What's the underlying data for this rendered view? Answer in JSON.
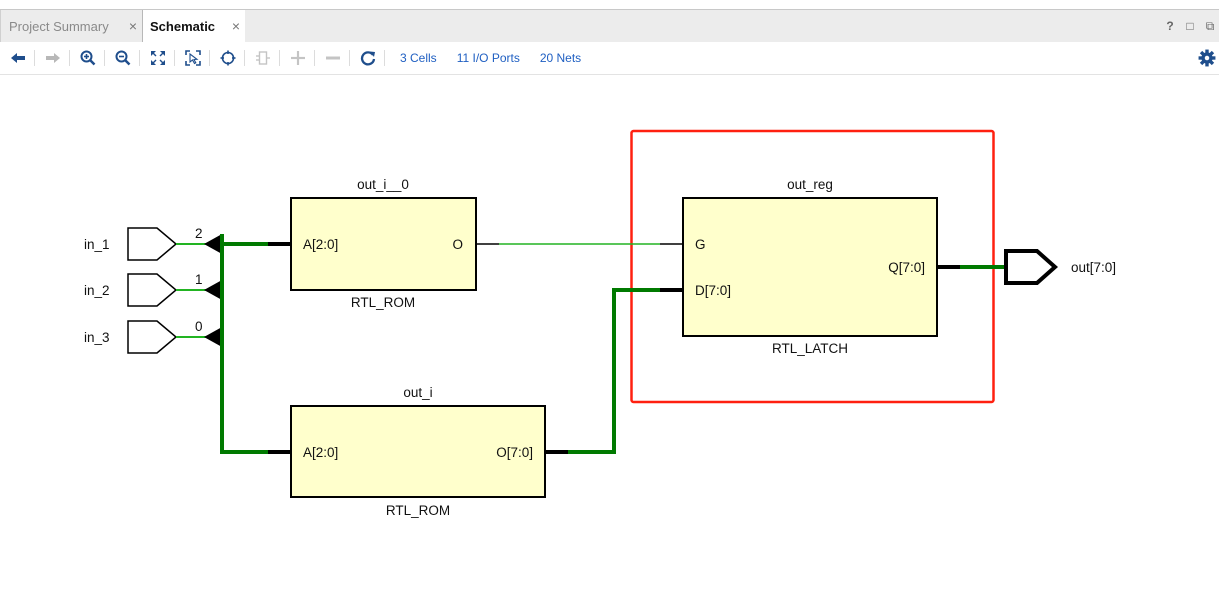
{
  "tabs": [
    {
      "label": "Project Summary",
      "active": false
    },
    {
      "label": "Schematic",
      "active": true
    }
  ],
  "tab_close_glyph": "×",
  "window_controls": {
    "help": "?",
    "restore": "□",
    "float": "⧉"
  },
  "toolbar": {
    "icons": [
      "back-arrow-icon",
      "forward-arrow-icon",
      "zoom-in-icon",
      "zoom-out-icon",
      "fit-view-icon",
      "zoom-area-icon",
      "crosshair-icon",
      "collapse-cell-icon",
      "expand-plus-icon",
      "collapse-minus-icon",
      "refresh-icon"
    ],
    "links": {
      "cells": "3 Cells",
      "io_ports": "11 I/O Ports",
      "nets": "20 Nets"
    }
  },
  "colors": {
    "cell_fill": "#ffffcc",
    "bus_green": "#007a00",
    "wire_green": "#22b422",
    "selection_red": "#ff2010",
    "link_blue": "#1f5fc2",
    "icon_blue": "#1f4e8c"
  },
  "schematic": {
    "inputs": [
      {
        "name": "in_1",
        "bit": "2"
      },
      {
        "name": "in_2",
        "bit": "1"
      },
      {
        "name": "in_3",
        "bit": "0"
      }
    ],
    "cells": {
      "rom0": {
        "instance": "out_i__0",
        "type": "RTL_ROM",
        "in_pin": "A[2:0]",
        "out_pin": "O"
      },
      "rom1": {
        "instance": "out_i",
        "type": "RTL_ROM",
        "in_pin": "A[2:0]",
        "out_pin": "O[7:0]"
      },
      "latch": {
        "instance": "out_reg",
        "type": "RTL_LATCH",
        "gate_pin": "G",
        "data_pin": "D[7:0]",
        "out_pin": "Q[7:0]"
      }
    },
    "output": {
      "name": "out[7:0]"
    }
  }
}
